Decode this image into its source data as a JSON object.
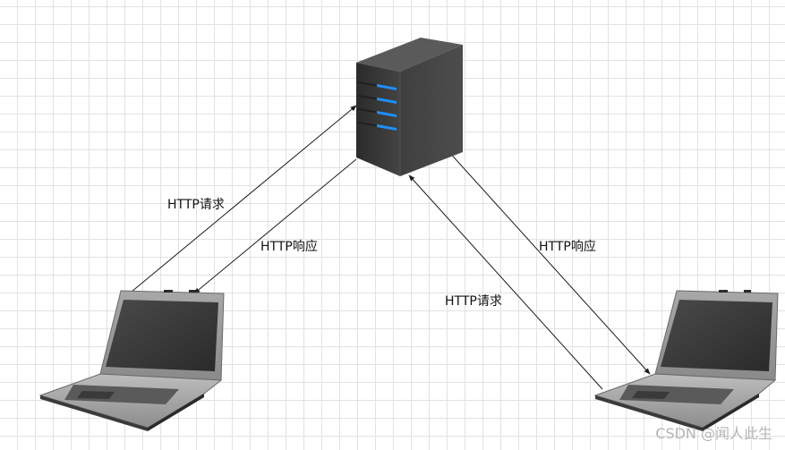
{
  "edges": {
    "left_request": "HTTP请求",
    "left_response": "HTTP响应",
    "right_response": "HTTP响应",
    "right_request": "HTTP请求"
  },
  "watermark": "CSDN @闻人此生",
  "nodes": {
    "server_icon": "server-icon",
    "client_left_icon": "laptop-icon",
    "client_right_icon": "laptop-icon"
  },
  "colors": {
    "server_body": "#3a3a3a",
    "server_led": "#1e90ff",
    "laptop_screen": "#3c3c3c",
    "arrow": "#1a1a1a"
  }
}
